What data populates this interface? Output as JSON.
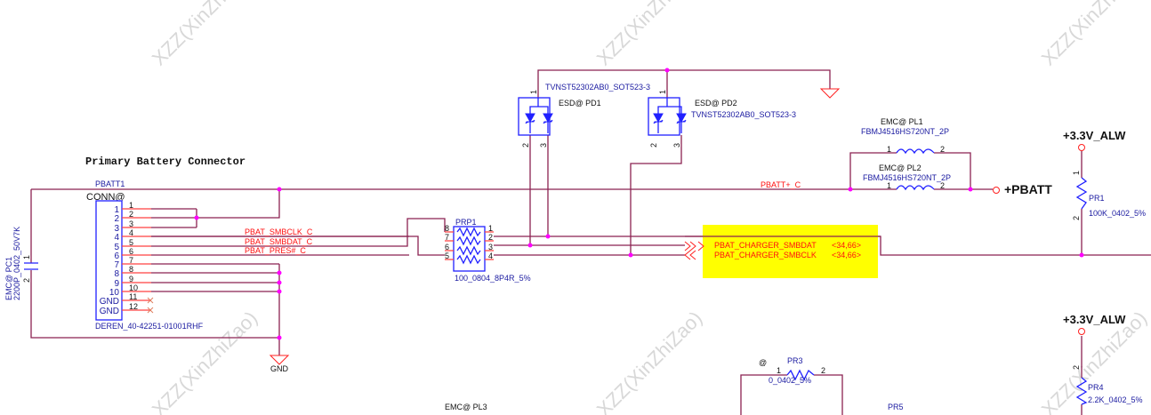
{
  "title": "Primary Battery Connector",
  "watermark": "XZZ(XinZhiZao)",
  "colors": {
    "wire": "#8b2252",
    "pin": "#ff4040",
    "component": "#2020ff",
    "junction": "#ff00ff",
    "highlight": "#ffff00",
    "net_label": "#ff1010"
  },
  "connector": {
    "ref": "PBATT1",
    "option": "CONN@",
    "part": "DEREN_40-42251-01001RHF",
    "inner_pins": [
      "1",
      "2",
      "3",
      "4",
      "5",
      "6",
      "7",
      "8",
      "9",
      "10",
      "GND",
      "GND"
    ],
    "outer_pins": [
      "1",
      "2",
      "3",
      "4",
      "5",
      "6",
      "7",
      "8",
      "9",
      "10",
      "11",
      "12"
    ]
  },
  "capacitor": {
    "ref": "EMC@ PC1",
    "value": "2200P_0402_50V7K",
    "pin1": "1",
    "pin2": "2"
  },
  "gnd_label": "GND",
  "nets": {
    "smbclk": "PBAT_SMBCLK_C",
    "smbdat": "PBAT_SMBDAT_C",
    "pres": "PBAT_PRES#_C",
    "pbatt_c": "PBATT+_C",
    "pbatt": "+PBATT",
    "rail1": "+3.3V_ALW",
    "rail2": "+3.3V_ALW"
  },
  "resistor_pack": {
    "ref": "PRP1",
    "value": "100_0804_8P4R_5%",
    "left_pins": [
      "8",
      "7",
      "6",
      "5"
    ],
    "right_pins": [
      "1",
      "2",
      "3",
      "4"
    ]
  },
  "esd": [
    {
      "ref": "ESD@  PD1",
      "part": "TVNST52302AB0_SOT523-3",
      "pins": [
        "1",
        "2",
        "3"
      ]
    },
    {
      "ref": "ESD@  PD2",
      "part": "TVNST52302AB0_SOT523-3",
      "pins": [
        "1",
        "2",
        "3"
      ]
    }
  ],
  "offpage": [
    {
      "name": "PBAT_CHARGER_SMBDAT",
      "pages": "<34,66>"
    },
    {
      "name": "PBAT_CHARGER_SMBCLK",
      "pages": "<34,66>"
    }
  ],
  "inductors": [
    {
      "ref": "EMC@ PL1",
      "part": "FBMJ4516HS720NT_2P",
      "pin1": "1",
      "pin2": "2"
    },
    {
      "ref": "EMC@ PL2",
      "part": "FBMJ4516HS720NT_2P",
      "pin1": "1",
      "pin2": "2"
    }
  ],
  "resistors": [
    {
      "ref": "PR1",
      "value": "100K_0402_5%",
      "pin1": "1",
      "pin2": "2"
    },
    {
      "ref": "PR4",
      "value": "2.2K_0402_5%",
      "pin1": "2"
    },
    {
      "ref": "PR3",
      "option": "@",
      "value": "0_0402_5%",
      "pin1": "1",
      "pin2": "2"
    },
    {
      "ref": "PR5"
    }
  ],
  "partial": {
    "pl3": "EMC@ PL3"
  }
}
